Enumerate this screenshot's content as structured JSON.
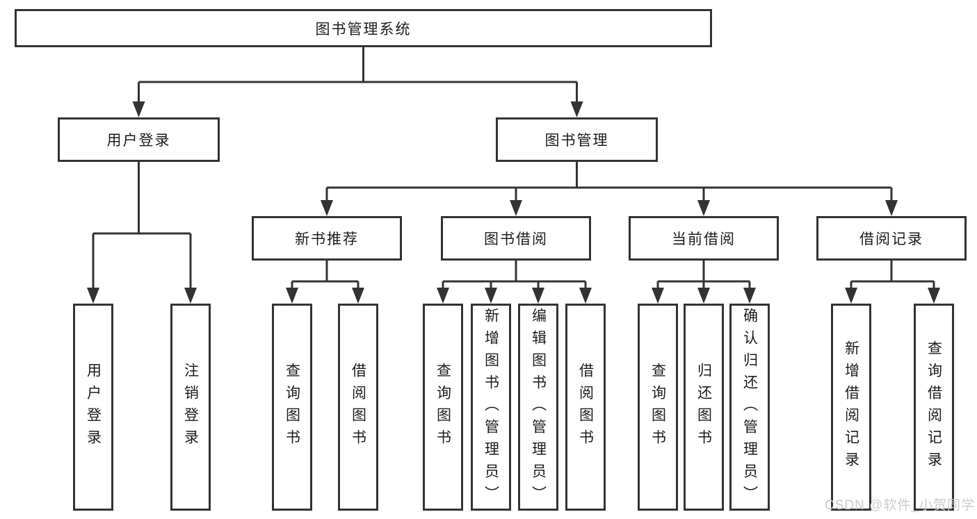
{
  "diagram": {
    "root": {
      "label": "图书管理系统"
    },
    "level2": [
      {
        "label": "用户登录"
      },
      {
        "label": "图书管理"
      }
    ],
    "level3": [
      {
        "label": "新书推荐"
      },
      {
        "label": "图书借阅"
      },
      {
        "label": "当前借阅"
      },
      {
        "label": "借阅记录"
      }
    ],
    "leaves": {
      "user_login": [
        {
          "label": "用户登录"
        },
        {
          "label": "注销登录"
        }
      ],
      "new_book_recommend": [
        {
          "label": "查询图书"
        },
        {
          "label": "借阅图书"
        }
      ],
      "book_borrow": [
        {
          "label": "查询图书"
        },
        {
          "label": "新增图书（管理员）"
        },
        {
          "label": "编辑图书（管理员）"
        },
        {
          "label": "借阅图书"
        }
      ],
      "current_borrow": [
        {
          "label": "查询图书"
        },
        {
          "label": "归还图书"
        },
        {
          "label": "确认归还（管理员）"
        }
      ],
      "borrow_records": [
        {
          "label": "新增借阅记录"
        },
        {
          "label": "查询借阅记录"
        }
      ]
    }
  },
  "watermark": {
    "text": "CSDN @软件_小贺同学"
  },
  "colors": {
    "line": "#333333",
    "box_border": "#333333",
    "text": "#1c1c1c",
    "watermark": "#cbcbcb",
    "background": "#ffffff"
  }
}
